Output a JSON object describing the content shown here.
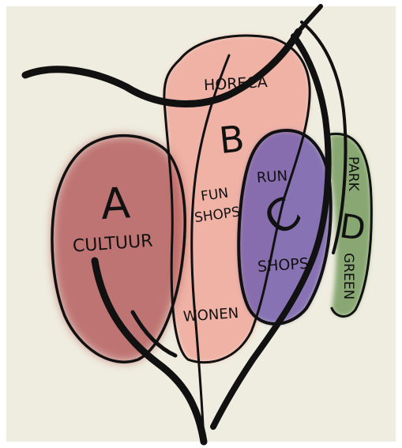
{
  "diagram": {
    "zones": {
      "a": {
        "letter": "A",
        "label": "CULTUUR",
        "color": "#b65e5e"
      },
      "b": {
        "letter": "B",
        "label_top": "HORECA",
        "label_mid_1": "FUN",
        "label_mid_2": "SHOPS",
        "label_bottom": "WONEN",
        "color": "#ef9f92"
      },
      "c": {
        "letter": "C",
        "label_top": "RUN",
        "label_bottom": "SHOPS",
        "color": "#7b66b0"
      },
      "d": {
        "letter": "D",
        "label_top": "PARK",
        "label_bottom": "GREEN",
        "color": "#7ea067"
      }
    },
    "colors": {
      "paper": "#efeddf",
      "ink": "#111111"
    }
  }
}
